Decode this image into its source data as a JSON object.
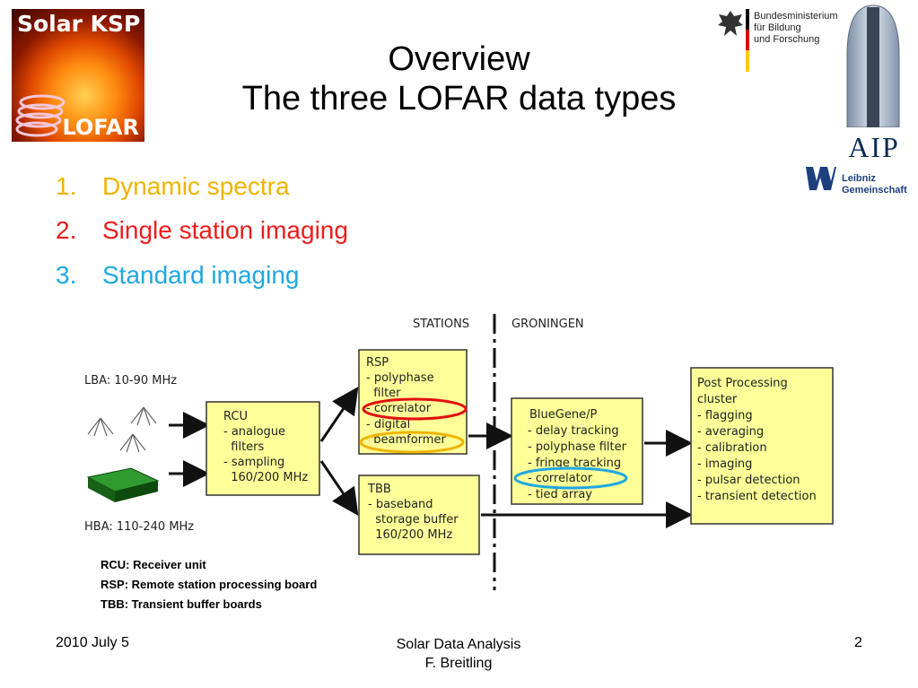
{
  "logo_left": {
    "title": "Solar KSP",
    "subtitle": "LOFAR"
  },
  "title": {
    "line1": "Overview",
    "line2": "The three LOFAR data types"
  },
  "logo_bmbf": {
    "lines": [
      "Bundesministerium",
      "für Bildung",
      "und Forschung"
    ]
  },
  "logo_aip": {
    "text": "AIP"
  },
  "logo_leibniz": {
    "lines": [
      "Leibniz",
      "Gemeinschaft"
    ]
  },
  "list": [
    {
      "num": "1.",
      "label": "Dynamic spectra",
      "color": "#f0b400"
    },
    {
      "num": "2.",
      "label": "Single station imaging",
      "color": "#ee1c1c"
    },
    {
      "num": "3.",
      "label": "Standard imaging",
      "color": "#1fa8e0"
    }
  ],
  "diagram": {
    "header_left": "STATIONS",
    "header_right": "GRONINGEN",
    "lba_label": "LBA: 10-90 MHz",
    "hba_label": "HBA: 110-240 MHz",
    "rcu": {
      "lines": [
        "RCU",
        "- analogue",
        "  filters",
        "- sampling",
        "  160/200 MHz"
      ]
    },
    "rsp": {
      "lines": [
        "RSP",
        "- polyphase",
        "  filter",
        "- correlator",
        "- digital",
        "  beamformer"
      ]
    },
    "tbb": {
      "lines": [
        "TBB",
        "- baseband",
        "  storage buffer",
        "  160/200 MHz"
      ]
    },
    "bluegene": {
      "lines": [
        "BlueGene/P",
        "- delay tracking",
        "- polyphase filter",
        "- fringe tracking",
        "- correlator",
        "- tied array"
      ]
    },
    "post": {
      "lines": [
        "Post Processing",
        "cluster",
        "- flagging",
        "- averaging",
        "- calibration",
        "- imaging",
        "- pulsar detection",
        "- transient detection"
      ]
    },
    "colors": {
      "box_fill": "#ffff99",
      "box_stroke": "#333333",
      "hl_red": "#e01010",
      "hl_orange": "#f0b400",
      "hl_blue": "#1fa8e0"
    }
  },
  "legend": [
    "RCU: Receiver unit",
    "RSP: Remote station processing board",
    "TBB: Transient buffer boards"
  ],
  "footer": {
    "date": "2010 July 5",
    "center_line1": "Solar Data Analysis",
    "center_line2": "F. Breitling",
    "page": "2"
  }
}
